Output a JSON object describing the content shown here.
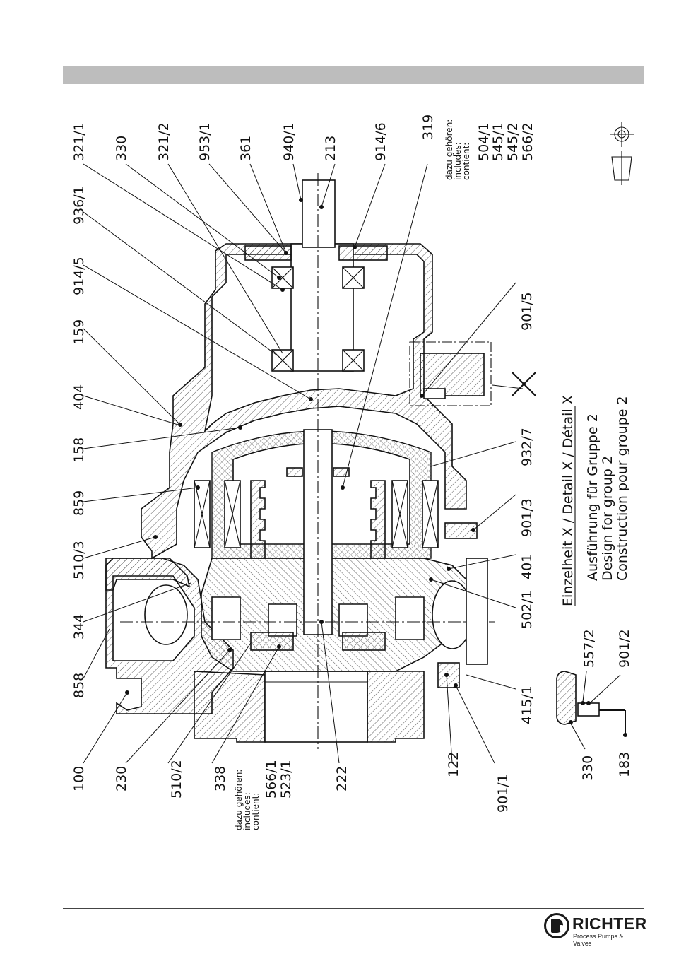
{
  "labels_left": [
    "100",
    "230",
    "510/2",
    "338",
    "222",
    "122",
    "901/1"
  ],
  "labels_left_extra": {
    "contains": [
      "dazu gehören:",
      "includes:",
      "contient:"
    ],
    "items": [
      "566/1",
      "523/1"
    ]
  },
  "labels_top": [
    "321/1",
    "330",
    "321/2",
    "953/1",
    "361",
    "940/1",
    "213",
    "914/6",
    "319"
  ],
  "labels_top_extra": {
    "contains": [
      "dazu gehören:",
      "includes:",
      "contient:"
    ],
    "items": [
      "504/1",
      "545/1",
      "545/2",
      "566/2"
    ]
  },
  "labels_side": [
    "936/1",
    "914/5",
    "159",
    "404",
    "158",
    "859",
    "510/3",
    "344",
    "858"
  ],
  "labels_right": [
    "901/5",
    "932/7",
    "901/3",
    "401",
    "502/1",
    "415/1"
  ],
  "detail": {
    "title": "Einzelheit X / Detail X / Détail X",
    "lines": [
      "Ausführung für Gruppe 2",
      "Design for group 2",
      "Construction pour groupe 2"
    ],
    "marker": "X",
    "parts": [
      "557/2",
      "901/2",
      "330",
      "183"
    ]
  },
  "logo": {
    "name": "RICHTER",
    "tagline": "Process Pumps & Valves"
  }
}
